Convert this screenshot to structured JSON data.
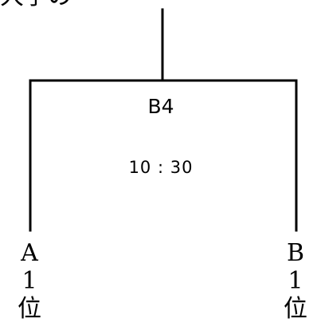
{
  "header": {
    "cut_text": "大学の"
  },
  "match": {
    "id": "B4",
    "time": "10 : 30"
  },
  "teams": [
    {
      "group": "A",
      "rank_number": "1",
      "rank_suffix": "位"
    },
    {
      "group": "B",
      "rank_number": "1",
      "rank_suffix": "位"
    }
  ],
  "colors": {
    "line": "#000000",
    "text": "#000000",
    "background": "#ffffff"
  }
}
